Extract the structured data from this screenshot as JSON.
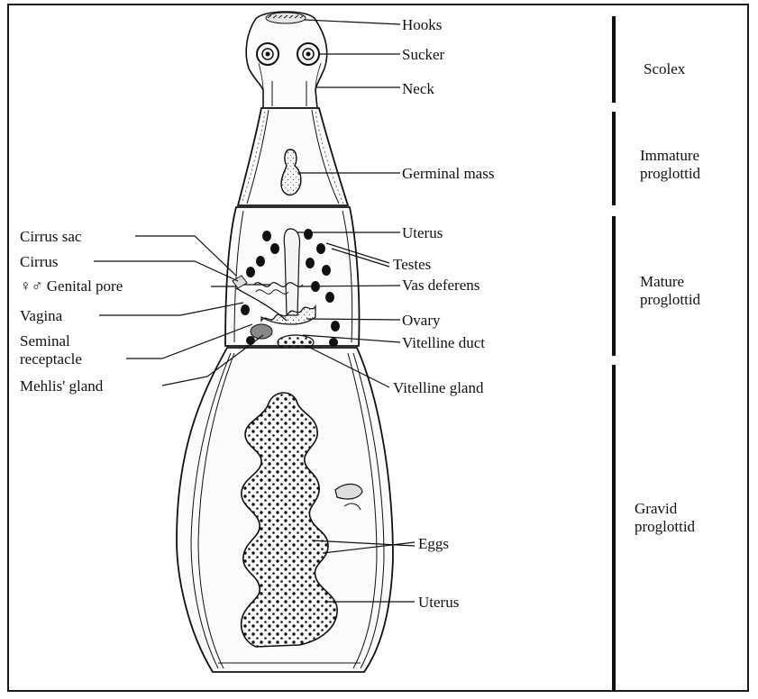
{
  "colors": {
    "ink": "#111111",
    "background": "#ffffff",
    "fill_light": "#f2f2f2"
  },
  "labels": {
    "hooks": "Hooks",
    "sucker": "Sucker",
    "neck": "Neck",
    "germinal_mass": "Germinal mass",
    "uterus_mature": "Uterus",
    "testes": "Testes",
    "vas_deferens": "Vas deferens",
    "ovary": "Ovary",
    "vitelline_duct": "Vitelline duct",
    "vitelline_gland": "Vitelline gland",
    "cirrus_sac": "Cirrus sac",
    "cirrus": "Cirrus",
    "genital_pore": "♀♂ Genital pore",
    "vagina": "Vagina",
    "seminal_receptacle_1": "Seminal",
    "seminal_receptacle_2": "receptacle",
    "mehlis_gland": "Mehlis' gland",
    "eggs": "Eggs",
    "uterus_gravid": "Uterus"
  },
  "sections": {
    "scolex": "Scolex",
    "immature_1": "Immature",
    "immature_2": "proglottid",
    "mature_1": "Mature",
    "mature_2": "proglottid",
    "gravid_1": "Gravid",
    "gravid_2": "proglottid"
  }
}
